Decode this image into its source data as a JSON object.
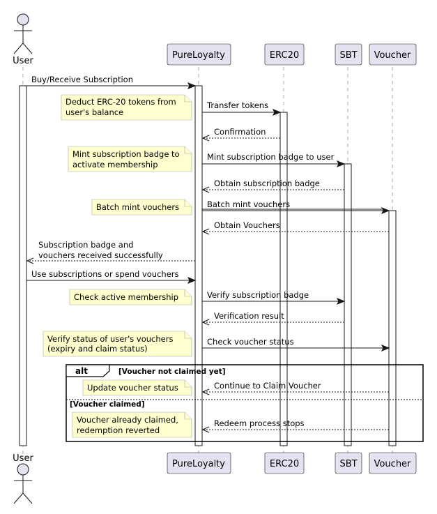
{
  "participants": {
    "user": "User",
    "pureloyalty": "PureLoyalty",
    "erc20": "ERC20",
    "sbt": "SBT",
    "voucher": "Voucher"
  },
  "messages": {
    "m1": "Buy/Receive Subscription",
    "m2": "Transfer tokens",
    "m3": "Confirmation",
    "m4": "Mint subscription badge to user",
    "m5": "Obtain subscription badge",
    "m6": "Batch mint vouchers",
    "m7": "Obtain Vouchers",
    "m8_line1": "Subscription badge and",
    "m8_line2": "vouchers received successfully",
    "m9": "Use subscriptions or spend vouchers",
    "m10": "Verify subscription badge",
    "m11": "Verification result",
    "m12": "Check voucher status",
    "m13": "Continue to Claim Voucher",
    "m14": "Redeem process stops"
  },
  "notes": {
    "n1_line1": "Deduct ERC-20 tokens from",
    "n1_line2": "user's balance",
    "n2_line1": "Mint subscription badge to",
    "n2_line2": "activate membership",
    "n3": "Batch mint vouchers",
    "n4": "Check active membership",
    "n5_line1": "Verify status of user's vouchers",
    "n5_line2": "(expiry and claim status)",
    "n6": "Update voucher status",
    "n7_line1": "Voucher already claimed,",
    "n7_line2": "redemption reverted"
  },
  "alt": {
    "label": "alt",
    "guard1": "[Voucher not claimed yet]",
    "guard2": "[Voucher claimed]"
  }
}
